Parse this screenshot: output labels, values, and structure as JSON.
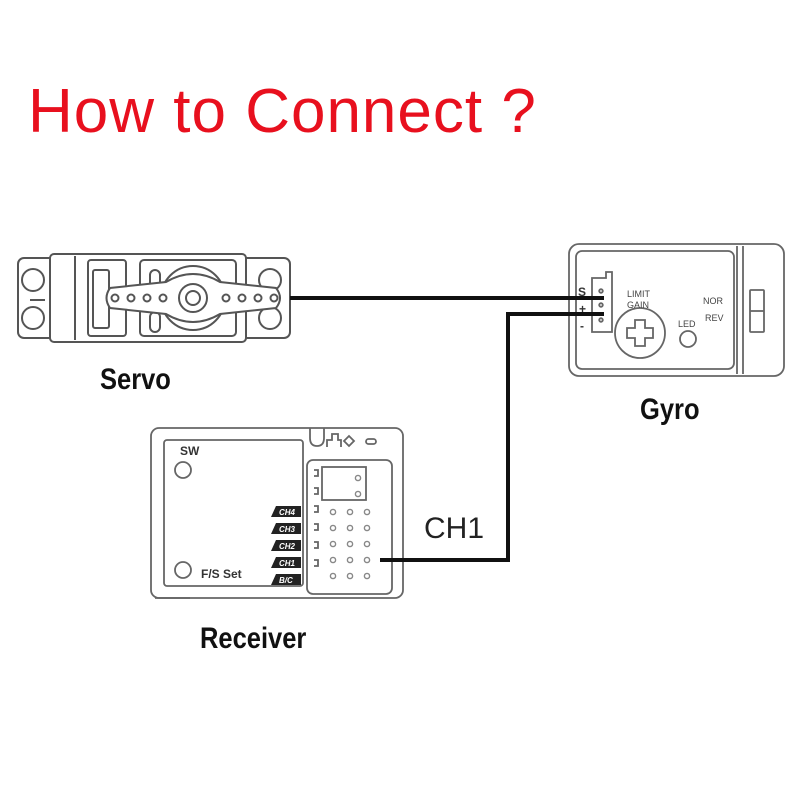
{
  "title": "How to Connect ?",
  "colors": {
    "title": "#e8101e",
    "wire": "#111111",
    "outline": "#555555"
  },
  "devices": {
    "servo": {
      "label": "Servo"
    },
    "gyro": {
      "label": "Gyro",
      "pins": [
        "S",
        "+",
        "-"
      ],
      "knob_labels": [
        "LIMIT",
        "GAIN"
      ],
      "led_label": "LED",
      "switch_labels": [
        "NOR",
        "REV"
      ]
    },
    "receiver": {
      "label": "Receiver",
      "sw_label": "SW",
      "fs_label": "F/S Set",
      "channels": [
        "CH4",
        "CH3",
        "CH2",
        "CH1",
        "B/C"
      ]
    }
  },
  "wires": [
    {
      "from": "servo",
      "to": "gyro",
      "port": "S"
    },
    {
      "from": "receiver",
      "to": "gyro",
      "port": "+",
      "label": "CH1"
    }
  ]
}
